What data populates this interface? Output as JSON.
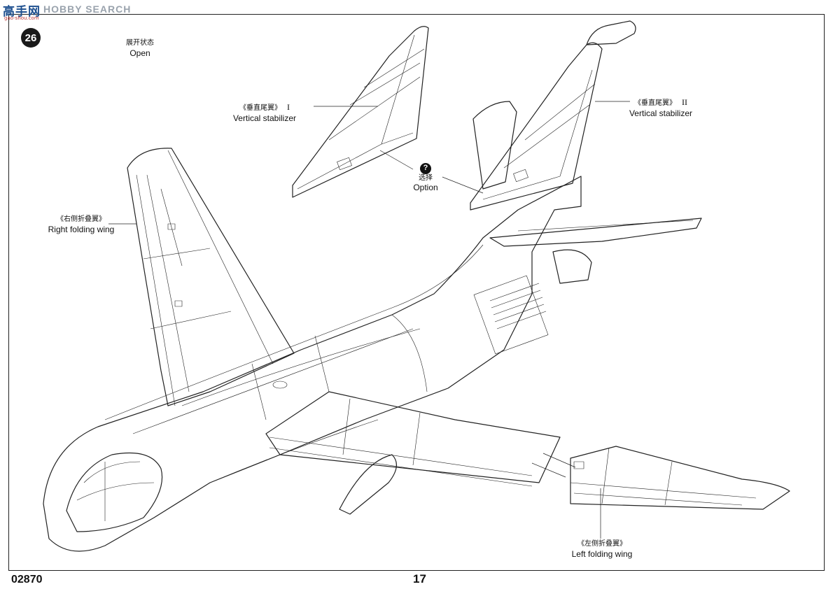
{
  "watermark": {
    "cn": "高手网",
    "en": "HOBBY SEARCH",
    "url": "gao-shou.com"
  },
  "step": {
    "number": "26"
  },
  "labels": {
    "open": {
      "cn": "展开状态",
      "en": "Open"
    },
    "stabilizer_1": {
      "cn": "《垂直尾翼》",
      "roman": "I",
      "en": "Vertical stabilizer"
    },
    "stabilizer_2": {
      "cn": "《垂直尾翼》",
      "roman": "II",
      "en": "Vertical stabilizer"
    },
    "option": {
      "icon": "?",
      "cn": "选择",
      "en": "Option"
    },
    "right_wing": {
      "cn": "《右侧折叠翼》",
      "en": "Right folding wing"
    },
    "left_wing": {
      "cn": "《左侧折叠翼》",
      "en": "Left folding wing"
    }
  },
  "footer": {
    "code": "02870",
    "page": "17"
  },
  "icons": {
    "option": "question-mark-icon",
    "step": "step-number-badge"
  }
}
